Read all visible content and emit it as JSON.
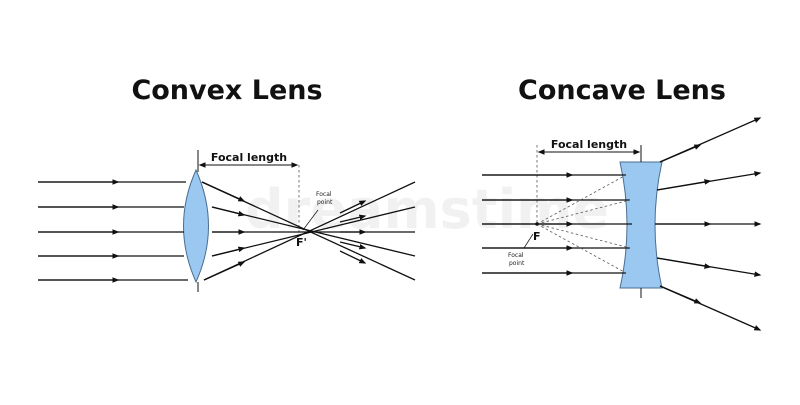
{
  "convex": {
    "title": "Convex Lens",
    "focal_length_label": "Focal length",
    "focal_point_line1": "Focal",
    "focal_point_line2": "point",
    "focal_marker": "F'"
  },
  "concave": {
    "title": "Concave Lens",
    "focal_length_label": "Focal length",
    "focal_point_line1": "Focal",
    "focal_point_line2": "point",
    "focal_marker": "F"
  },
  "watermark": "dreamstime",
  "colors": {
    "lens_fill": "#9ac8f0",
    "lens_stroke": "#4a6e92",
    "ray": "#111111"
  }
}
